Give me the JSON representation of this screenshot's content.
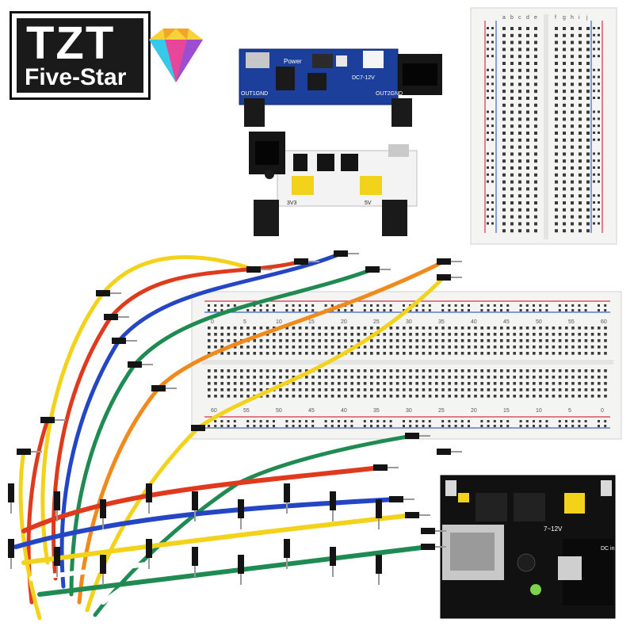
{
  "logo": {
    "brand": "TZT",
    "tagline": "Five-Star"
  },
  "boards": {
    "blue_module": {
      "silkscreen_power": "Power",
      "silkscreen_out1": "OUT1GND",
      "silkscreen_out2": "OUT2GND",
      "silkscreen_dc": "DC7-12V"
    },
    "white_module": {
      "silkscreen_3v3": "3V3",
      "silkscreen_5v": "5V"
    },
    "black_module": {
      "silkscreen_voltage": "7~12V",
      "silkscreen_dc": "DC in"
    }
  },
  "breadboard_small": {
    "col_letters_left": [
      "a",
      "b",
      "c",
      "d",
      "e"
    ],
    "col_letters_right": [
      "f",
      "g",
      "h",
      "i",
      "j"
    ],
    "rows": 30
  },
  "breadboard_large": {
    "top_numbers": [
      "0",
      "5",
      "10",
      "15",
      "20",
      "25",
      "30",
      "35",
      "40",
      "45",
      "50",
      "55",
      "60"
    ],
    "bottom_numbers": [
      "60",
      "55",
      "50",
      "45",
      "40",
      "35",
      "30",
      "25",
      "20",
      "15",
      "10",
      "5",
      "0"
    ]
  },
  "colors": {
    "pcb_blue": "#1b3f9a",
    "pcb_black": "#111111",
    "jumper_yellow": "#f2d21a",
    "jumper_red": "#e03a1e",
    "jumper_blue": "#2546c4",
    "jumper_green": "#1f8a52",
    "jumper_orange": "#f08a1c",
    "rail_red": "#d2344a",
    "rail_blue": "#3b64c8"
  }
}
